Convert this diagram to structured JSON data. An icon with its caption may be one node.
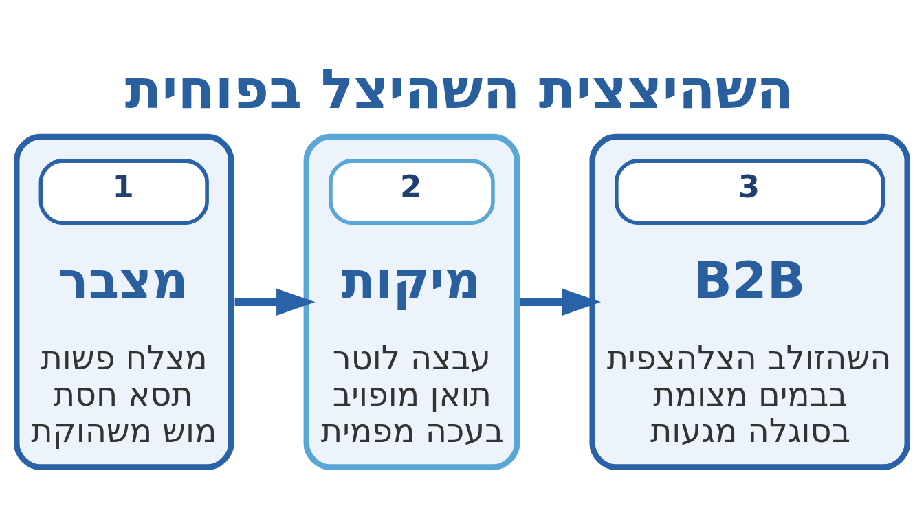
{
  "diagram": {
    "title": "השהיצצית השהיצל בפוחית",
    "nodes": [
      {
        "text": [
          "1",
          "מצבר",
          "מצלח פשות תסא חסת מוש משהוקת"
        ]
      },
      {
        "text": [
          "2",
          "מיקות",
          "עבצה לוטר תואן מופויב בעכה מפמית"
        ]
      },
      {
        "text": [
          "3",
          "B2B",
          "השהזולב הצלהצפית בבמים מצומת בסוגלה מגעות"
        ]
      }
    ],
    "edges": [
      {
        "from": 0,
        "to": 1,
        "arrow": "to"
      },
      {
        "from": 1,
        "to": 2,
        "arrow": "to"
      }
    ]
  }
}
